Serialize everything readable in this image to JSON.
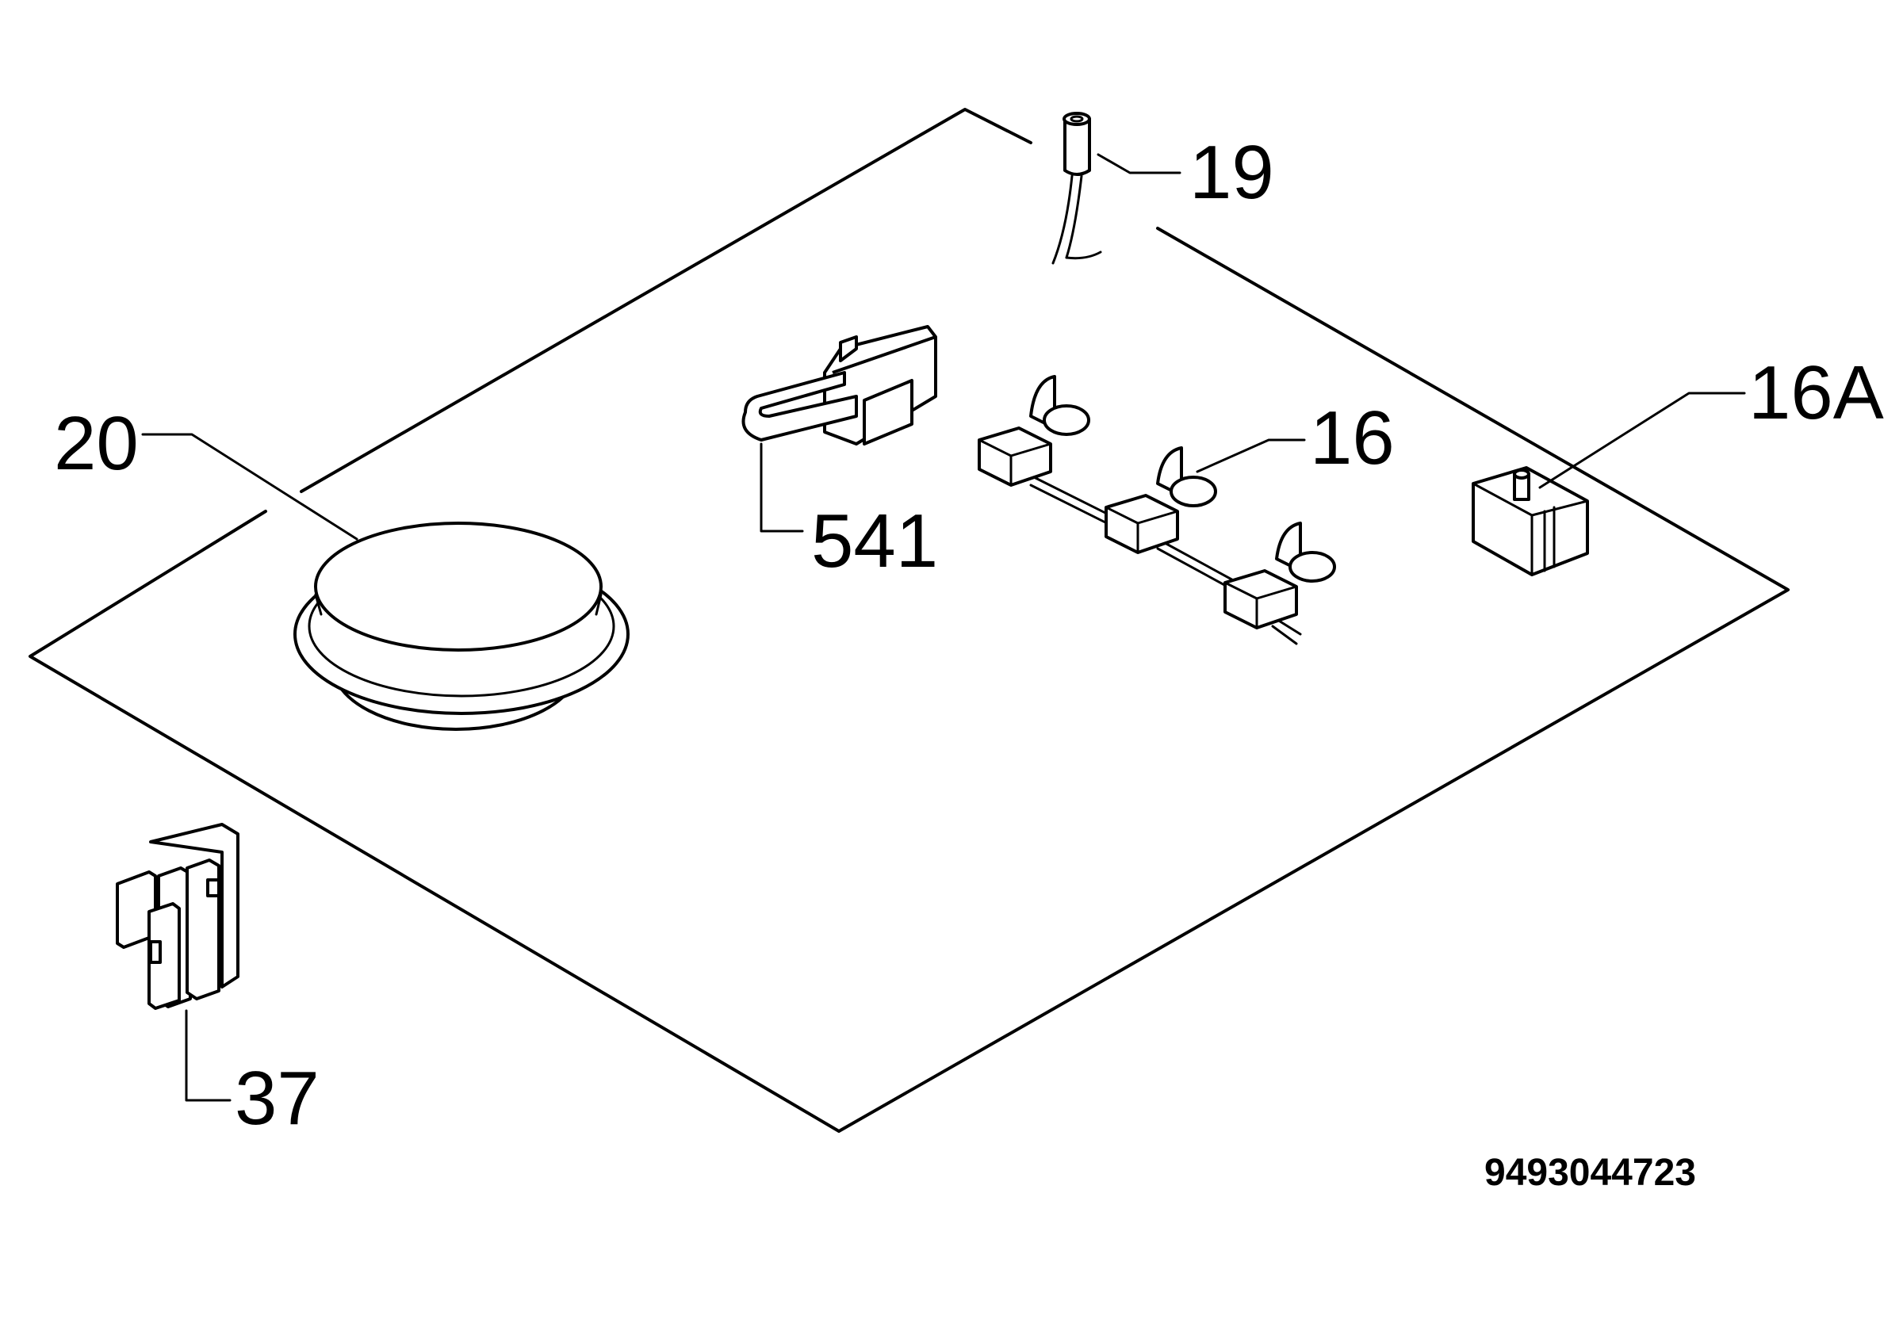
{
  "callouts": {
    "c19": "19",
    "c20": "20",
    "c541": "541",
    "c16": "16",
    "c16A": "16A",
    "c37": "37"
  },
  "document_number": "9493044723",
  "colors": {
    "ink": "#000000",
    "paper": "#ffffff"
  }
}
